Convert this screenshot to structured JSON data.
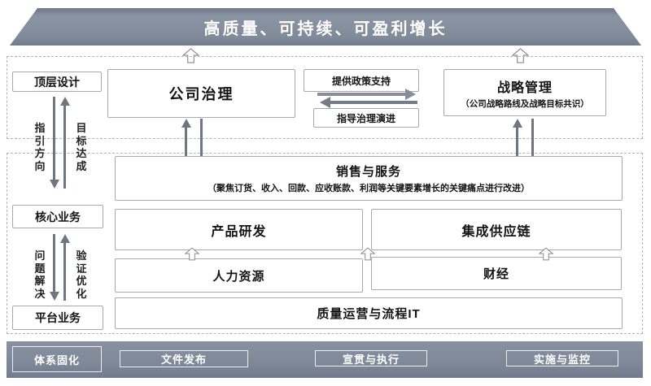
{
  "banner": {
    "title": "高质量、可持续、可盈利增长"
  },
  "left_column": {
    "top_box": "顶层设计",
    "flow1": {
      "down_label": "指引方向",
      "up_label": "目标达成"
    },
    "middle_box": "核心业务",
    "flow2": {
      "down_label": "问题解决",
      "up_label": "验证优化"
    },
    "bottom_box": "平台业务"
  },
  "governance": {
    "title": "公司治理"
  },
  "exchange": {
    "top_label": "提供政策支持",
    "bottom_label": "指导治理演进"
  },
  "strategy": {
    "title": "战略管理",
    "subtitle": "（公司战略路线及战略目标共识）"
  },
  "sales": {
    "title": "销售与服务",
    "subtitle": "（聚焦订货、收入、回款、应收账款、利润等关键要素增长的关键痛点进行改进）"
  },
  "grid": {
    "rd": "产品研发",
    "supply_chain": "集成供应链",
    "hr": "人力资源",
    "finance": "财经",
    "quality_it": "质量运营与流程IT"
  },
  "footer": {
    "stage": "体系固化",
    "items": [
      "文件发布",
      "宣贯与执行",
      "实施与监控"
    ]
  },
  "icons": {
    "hollow_up_arrow": "up-hollow-arrow"
  },
  "colors": {
    "slate": "#7f8999",
    "arrow_gray": "#6e7680",
    "box_border": "#a9a9a9",
    "dashed_border": "#b3b3b3",
    "text": "#141414"
  }
}
